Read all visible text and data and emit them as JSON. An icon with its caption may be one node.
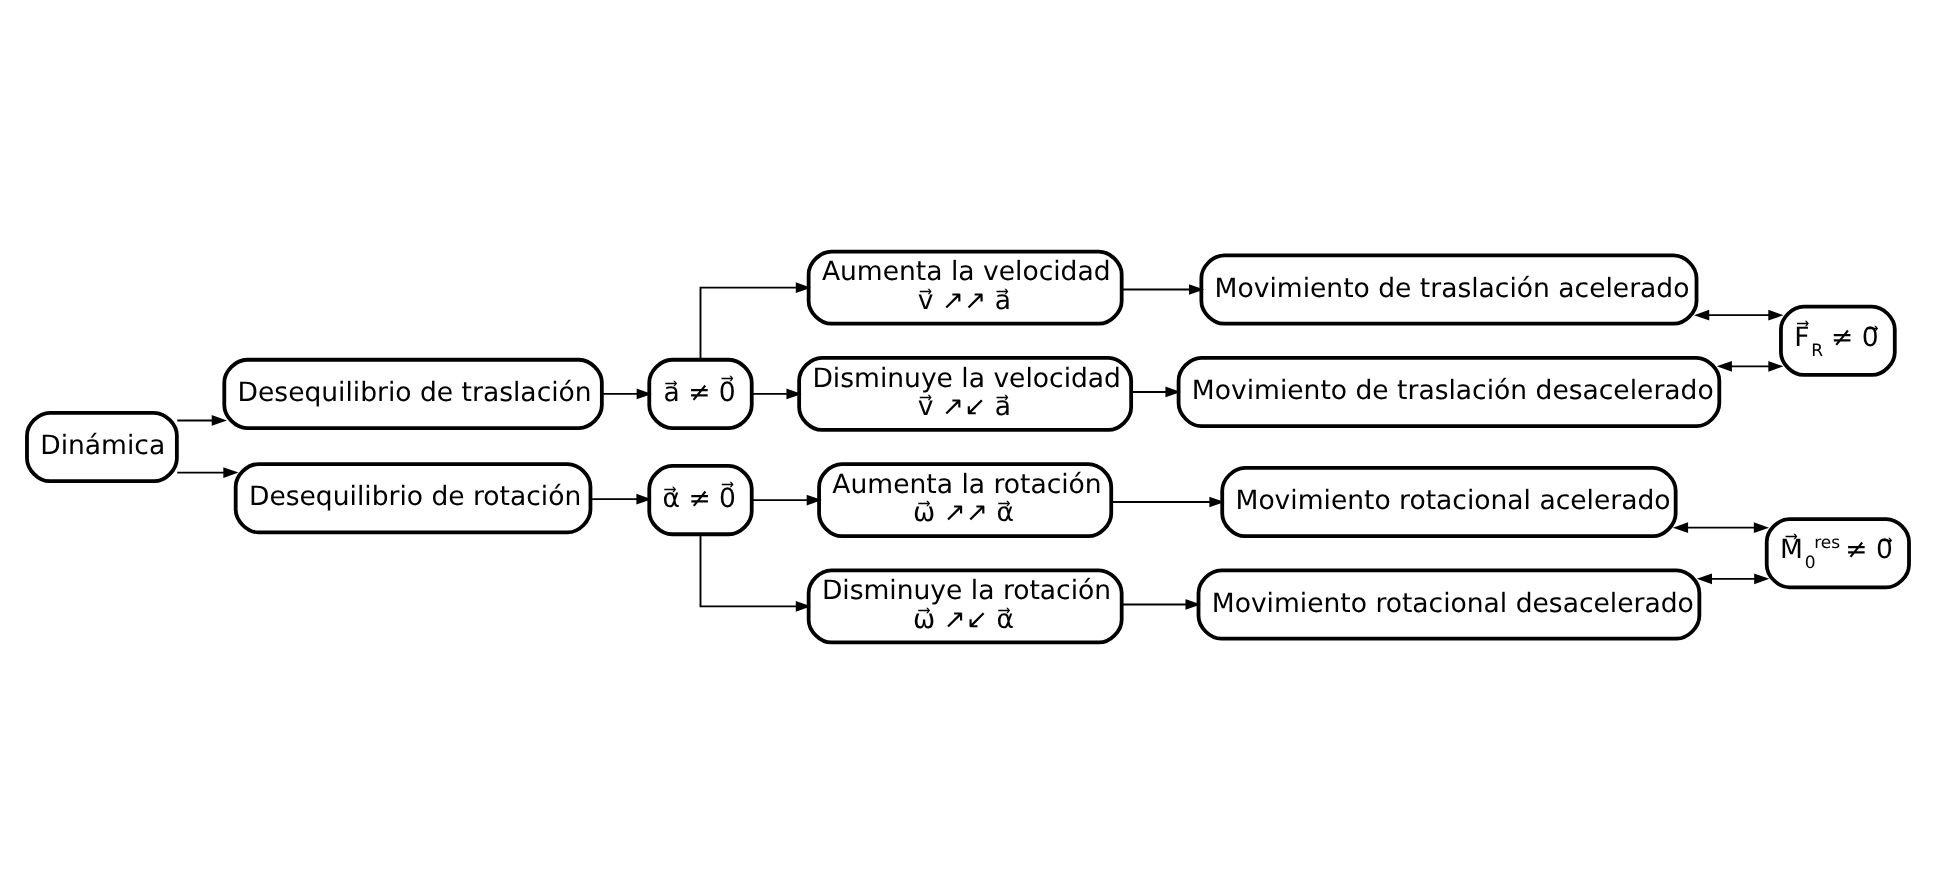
{
  "diagram": {
    "nodes": [
      {
        "text": [
          "Dinámica"
        ]
      },
      {
        "text": [
          "Desequilibrio de traslación"
        ]
      },
      {
        "text": [
          "a⃗ ≠ 0⃗"
        ]
      },
      {
        "text": [
          "Aumenta la velocidad",
          "v⃗ ↗↗ a⃗"
        ]
      },
      {
        "text": [
          "Disminuye la velocidad",
          "v⃗ ↗↙ a⃗"
        ]
      },
      {
        "text": [
          "Movimiento de traslación acelerado"
        ]
      },
      {
        "text": [
          "Movimiento de traslación desacelerado"
        ]
      },
      {
        "text": [
          "F⃗$_{R}$ ≠ 0⃗"
        ]
      },
      {
        "text": [
          "Desequilibrio de rotación"
        ]
      },
      {
        "text": [
          "α⃗ ≠ 0⃗"
        ]
      },
      {
        "text": [
          "Aumenta la rotación",
          "ω⃗ ↗↗ α⃗"
        ]
      },
      {
        "text": [
          "Disminuye la rotación",
          "ω⃗ ↗↙ α⃗"
        ]
      },
      {
        "text": [
          "Movimiento rotacional acelerado"
        ]
      },
      {
        "text": [
          "Movimiento rotacional desacelerado"
        ]
      },
      {
        "text": [
          "M⃗$_{0}$$^{res}$ ≠ 0⃗"
        ]
      }
    ],
    "edges": [
      {
        "from": 0,
        "to": 1,
        "arrow": "to"
      },
      {
        "from": 0,
        "to": 8,
        "arrow": "to"
      },
      {
        "from": 1,
        "to": 2,
        "arrow": "to"
      },
      {
        "from": 2,
        "to": 3,
        "arrow": "to"
      },
      {
        "from": 2,
        "to": 4,
        "arrow": "to"
      },
      {
        "from": 3,
        "to": 5,
        "arrow": "to"
      },
      {
        "from": 4,
        "to": 6,
        "arrow": "to"
      },
      {
        "from": 5,
        "to": 7,
        "arrow": "both"
      },
      {
        "from": 6,
        "to": 7,
        "arrow": "both"
      },
      {
        "from": 8,
        "to": 9,
        "arrow": "to"
      },
      {
        "from": 9,
        "to": 10,
        "arrow": "to"
      },
      {
        "from": 9,
        "to": 11,
        "arrow": "to"
      },
      {
        "from": 10,
        "to": 12,
        "arrow": "to"
      },
      {
        "from": 11,
        "to": 13,
        "arrow": "to"
      },
      {
        "from": 12,
        "to": 14,
        "arrow": "both"
      },
      {
        "from": 13,
        "to": 14,
        "arrow": "both"
      }
    ]
  }
}
